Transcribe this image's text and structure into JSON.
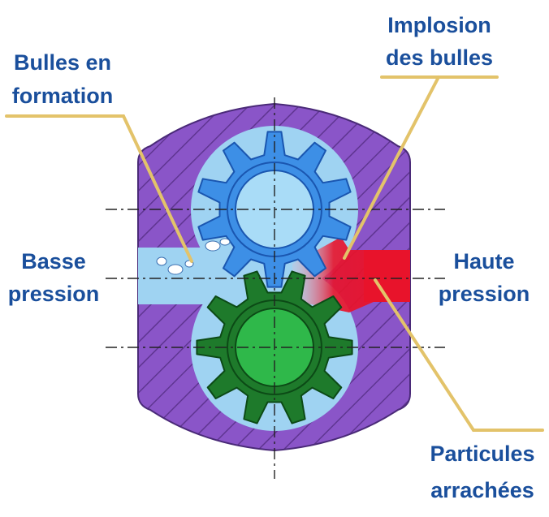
{
  "labels": {
    "bubbles_forming": [
      "Bulles en",
      "formation"
    ],
    "bubbles_implosion": [
      "Implosion",
      "des bulles"
    ],
    "low_pressure": [
      "Basse",
      "pression"
    ],
    "high_pressure": [
      "Haute",
      "pression"
    ],
    "particles_torn": [
      "Particules",
      "arrachées"
    ]
  },
  "colors": {
    "label_text": "#1a4f9c",
    "underline": "#f2d98a",
    "leader_line": "#e3c36a",
    "housing": "#8a55c8",
    "hatch": "#5f3591",
    "fluid": "#9fd3f2",
    "top_gear": "#3d8fe6",
    "top_gear_edge": "#1a56b0",
    "top_gear_core": "#a9dcf7",
    "bottom_gear": "#1e7a2b",
    "bottom_gear_edge": "#0c4a16",
    "bottom_gear_core": "#2fb84a",
    "high_pressure_fluid": "#e8132b",
    "bubble": "#ffffff",
    "center_line": "#222222"
  },
  "icons": {
    "top_gear": "gear-icon",
    "bottom_gear": "gear-icon",
    "bubbles": "bubble-icon"
  }
}
